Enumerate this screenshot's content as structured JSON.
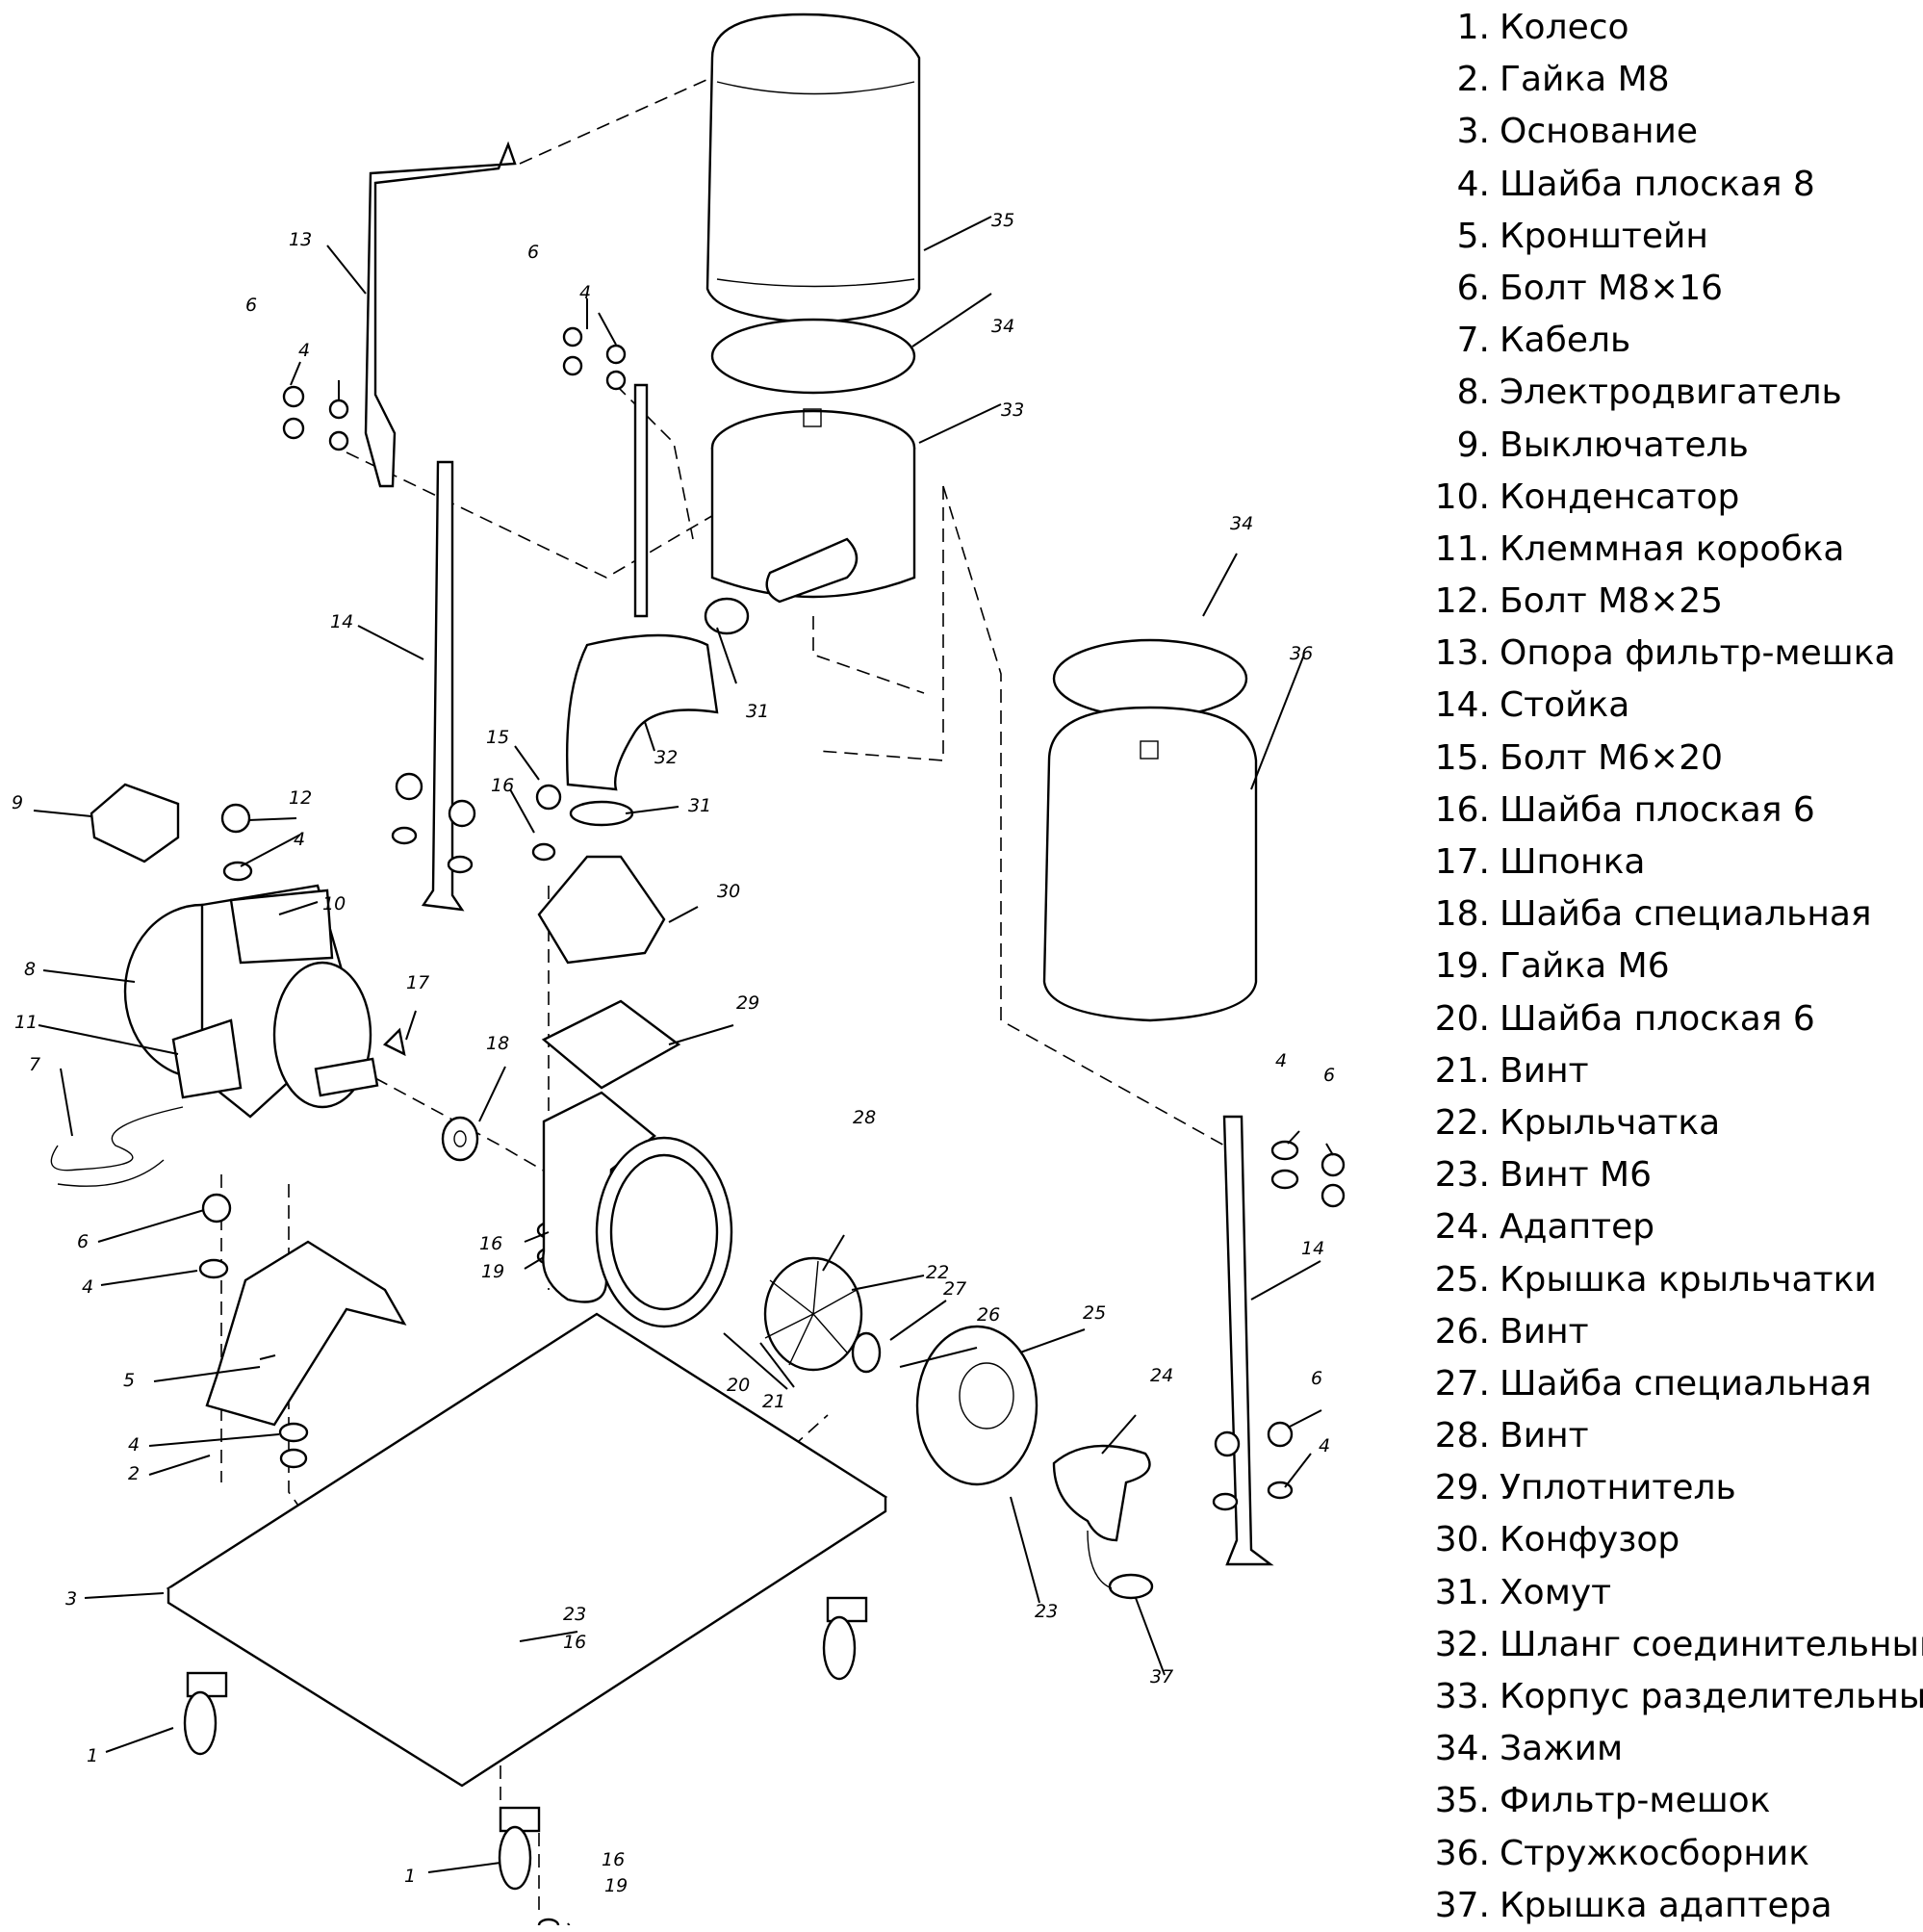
{
  "parts": [
    {
      "num": "1.",
      "name": "Колесо"
    },
    {
      "num": "2.",
      "name": "Гайка М8"
    },
    {
      "num": "3.",
      "name": "Основание"
    },
    {
      "num": "4.",
      "name": "Шайба плоская 8"
    },
    {
      "num": "5.",
      "name": "Кронштейн"
    },
    {
      "num": "6.",
      "name": "Болт М8×16"
    },
    {
      "num": "7.",
      "name": "Кабель"
    },
    {
      "num": "8.",
      "name": "Электродвигатель"
    },
    {
      "num": "9.",
      "name": "Выключатель"
    },
    {
      "num": "10.",
      "name": "Конденсатор"
    },
    {
      "num": "11.",
      "name": "Клеммная коробка"
    },
    {
      "num": "12.",
      "name": "Болт М8×25"
    },
    {
      "num": "13.",
      "name": "Опора фильтр-мешка"
    },
    {
      "num": "14.",
      "name": "Стойка"
    },
    {
      "num": "15.",
      "name": "Болт М6×20"
    },
    {
      "num": "16.",
      "name": "Шайба плоская 6"
    },
    {
      "num": "17.",
      "name": "Шпонка"
    },
    {
      "num": "18.",
      "name": "Шайба специальная"
    },
    {
      "num": "19.",
      "name": "Гайка М6"
    },
    {
      "num": "20.",
      "name": "Шайба плоская 6"
    },
    {
      "num": "21.",
      "name": "Винт"
    },
    {
      "num": "22.",
      "name": "Крыльчатка"
    },
    {
      "num": "23.",
      "name": "Винт М6"
    },
    {
      "num": "24.",
      "name": "Адаптер"
    },
    {
      "num": "25.",
      "name": "Крышка крыльчатки"
    },
    {
      "num": "26.",
      "name": "Винт"
    },
    {
      "num": "27.",
      "name": "Шайба специальная"
    },
    {
      "num": "28.",
      "name": "Винт"
    },
    {
      "num": "29.",
      "name": "Уплотнитель"
    },
    {
      "num": "30.",
      "name": "Конфузор"
    },
    {
      "num": "31.",
      "name": "Хомут"
    },
    {
      "num": "32.",
      "name": "Шланг соединительный"
    },
    {
      "num": "33.",
      "name": "Корпус разделительный"
    },
    {
      "num": "34.",
      "name": "Зажим"
    },
    {
      "num": "35.",
      "name": "Фильтр-мешок"
    },
    {
      "num": "36.",
      "name": "Стружкосборник"
    },
    {
      "num": "37.",
      "name": "Крышка адаптера"
    }
  ],
  "callouts": {
    "c1a": "1",
    "c1b": "1",
    "c2": "2",
    "c3": "3",
    "c4a": "4",
    "c4b": "4",
    "c4c": "4",
    "c4d": "4",
    "c4e": "4",
    "c4f": "4",
    "c4g": "4",
    "c5": "5",
    "c6a": "6",
    "c6b": "6",
    "c6c": "6",
    "c6d": "6",
    "c6e": "6",
    "c7": "7",
    "c8": "8",
    "c9": "9",
    "c10": "10",
    "c11": "11",
    "c12": "12",
    "c13": "13",
    "c14a": "14",
    "c14b": "14",
    "c15": "15",
    "c16a": "16",
    "c16b": "16",
    "c16c": "16",
    "c16d": "16",
    "c17": "17",
    "c18": "18",
    "c19a": "19",
    "c19b": "19",
    "c20": "20",
    "c21": "21",
    "c22": "22",
    "c23a": "23",
    "c23b": "23",
    "c24": "24",
    "c25": "25",
    "c26": "26",
    "c27": "27",
    "c28": "28",
    "c29": "29",
    "c30": "30",
    "c31a": "31",
    "c31b": "31",
    "c32": "32",
    "c33": "33",
    "c34a": "34",
    "c34b": "34",
    "c35": "35",
    "c36": "36",
    "c37": "37"
  }
}
